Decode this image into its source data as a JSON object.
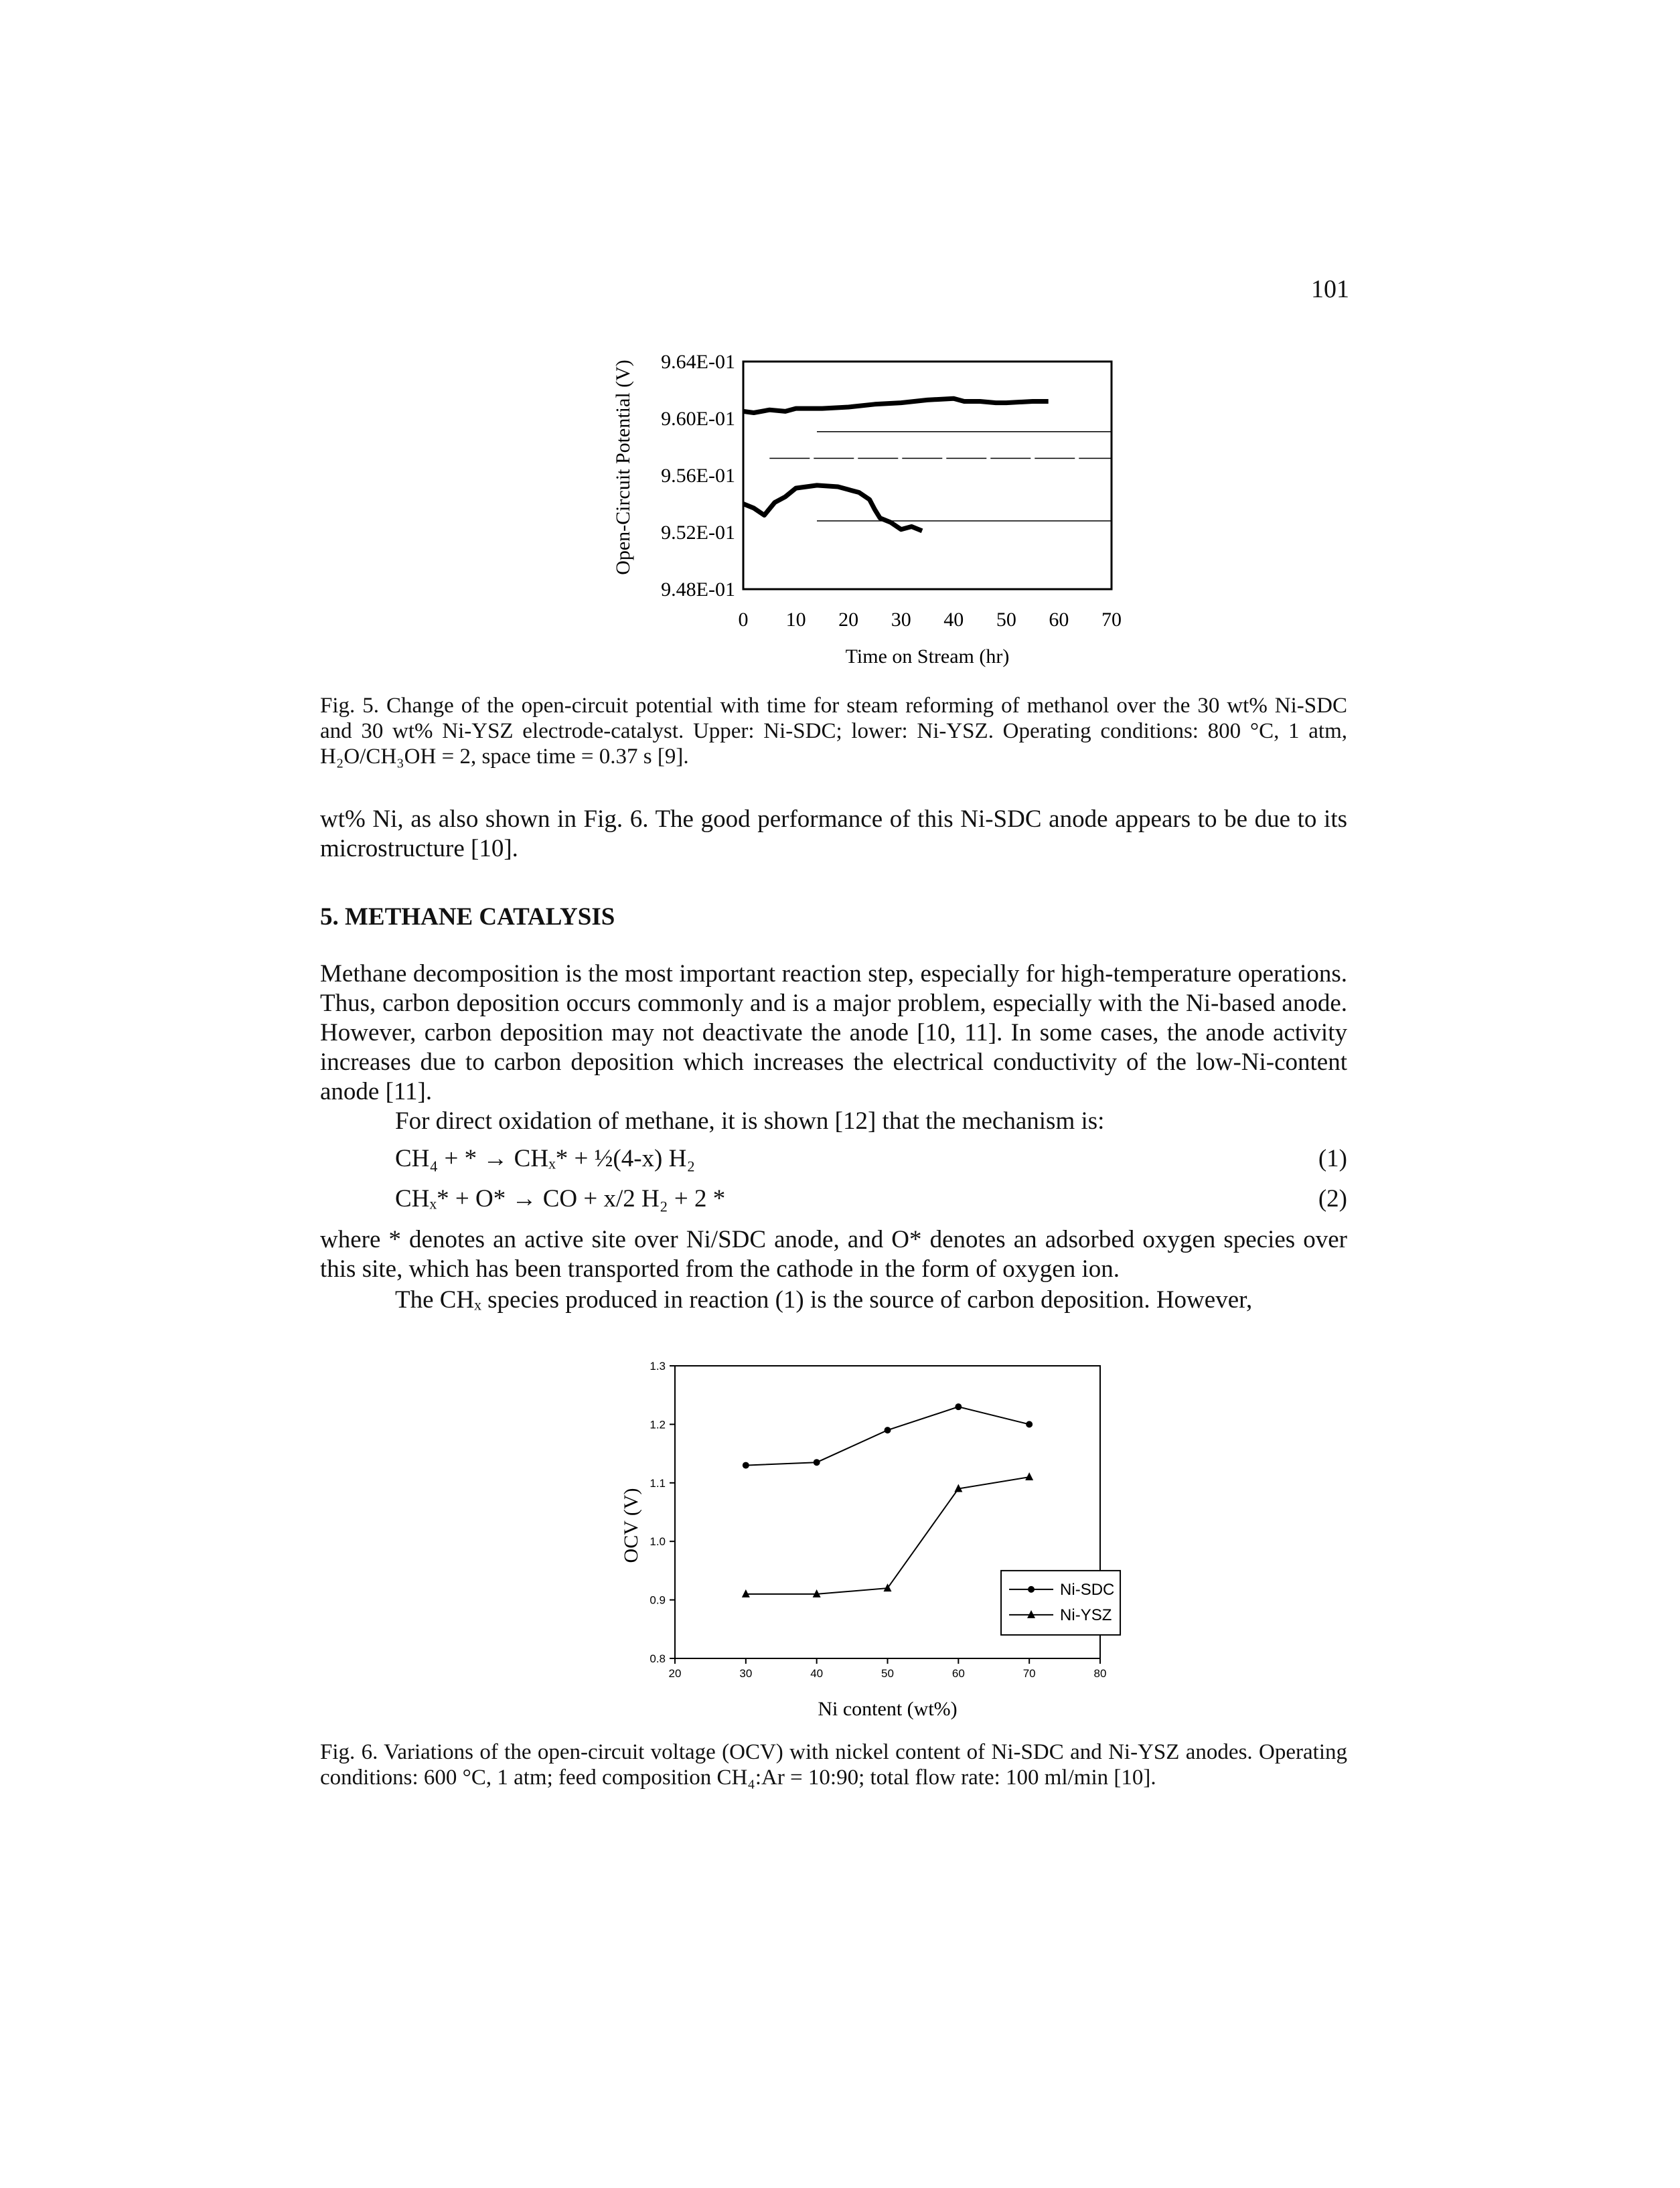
{
  "page_number": "101",
  "figure5": {
    "caption": "Fig. 5. Change of the open-circuit potential with time for steam reforming of methanol over the 30 wt% Ni-SDC and 30 wt% Ni-YSZ electrode-catalyst. Upper: Ni-SDC; lower: Ni-YSZ. Operating conditions: 800 °C, 1 atm, H₂O/CH₃OH = 2, space time = 0.37 s [9]."
  },
  "intro_paragraph": "wt% Ni, as also shown in Fig. 6. The good performance of this Ni-SDC anode appears to be due to its microstructure [10].",
  "section_heading": "5. METHANE CATALYSIS",
  "paragraph1": "Methane decomposition is the most important reaction step, especially for high-temperature operations. Thus, carbon deposition occurs commonly and is a major problem, especially with the Ni-based anode. However, carbon deposition may not deactivate the anode [10, 11]. In some cases, the anode activity increases due to carbon deposition which increases the electrical conductivity of the low-Ni-content anode [11].",
  "paragraph2": "For direct oxidation of methane, it is shown [12] that the mechanism is:",
  "equations": [
    {
      "text": "CH₄ + * → CHₓ* + ½(4-x) H₂",
      "number": "(1)"
    },
    {
      "text": "CHₓ* + O* → CO + x/2 H₂ + 2 *",
      "number": "(2)"
    }
  ],
  "paragraph3": "where * denotes an active site over Ni/SDC anode, and O* denotes an adsorbed oxygen species over this site, which has been transported from the cathode in the form of oxygen ion.",
  "paragraph4": "The CHₓ species produced in reaction (1) is the source of carbon deposition. However,",
  "figure6": {
    "caption": "Fig. 6. Variations of the open-circuit voltage (OCV) with nickel content of Ni-SDC and Ni-YSZ anodes. Operating conditions: 600 °C, 1 atm; feed composition CH₄:Ar = 10:90; total flow rate: 100 ml/min [10]."
  },
  "chart_data": [
    {
      "type": "line",
      "xlabel": "Time on Stream (hr)",
      "ylabel": "Open-Circuit Potential (V)",
      "x_ticks": [
        "0",
        "10",
        "20",
        "30",
        "40",
        "50",
        "60",
        "70"
      ],
      "y_ticks": [
        "9.48E-01",
        "9.52E-01",
        "9.56E-01",
        "9.60E-01",
        "9.64E-01"
      ],
      "xlim": [
        0,
        70
      ],
      "ylim": [
        0.948,
        0.964
      ],
      "series": [
        {
          "label": "Upper: Ni-SDC",
          "color": "#000000",
          "x": [
            0,
            2,
            5,
            8,
            10,
            15,
            20,
            25,
            30,
            35,
            40,
            42,
            45,
            48,
            50,
            55,
            58
          ],
          "y": [
            0.9605,
            0.9604,
            0.9606,
            0.9605,
            0.9607,
            0.9607,
            0.9608,
            0.961,
            0.9611,
            0.9613,
            0.9614,
            0.9612,
            0.9612,
            0.9611,
            0.9611,
            0.9612,
            0.9612
          ]
        },
        {
          "label": "Lower: Ni-YSZ",
          "color": "#000000",
          "x": [
            0,
            2,
            4,
            6,
            8,
            10,
            14,
            18,
            20,
            22,
            24,
            25,
            26,
            28,
            30,
            32,
            34
          ],
          "y": [
            0.954,
            0.9537,
            0.9532,
            0.9541,
            0.9545,
            0.9551,
            0.9553,
            0.9552,
            0.955,
            0.9548,
            0.9543,
            0.9536,
            0.953,
            0.9527,
            0.9522,
            0.9524,
            0.9521
          ]
        }
      ],
      "grid": false
    },
    {
      "type": "line",
      "xlabel": "Ni content (wt%)",
      "ylabel": "OCV (V)",
      "x_ticks": [
        "20",
        "30",
        "40",
        "50",
        "60",
        "70",
        "80"
      ],
      "y_ticks": [
        "0.8",
        "0.9",
        "1.0",
        "1.1",
        "1.2",
        "1.3"
      ],
      "xlim": [
        20,
        80
      ],
      "ylim": [
        0.8,
        1.3
      ],
      "legend_position": "bottom-right",
      "series": [
        {
          "name": "Ni-SDC",
          "marker": "circle",
          "x": [
            30,
            40,
            50,
            60,
            70
          ],
          "y": [
            1.13,
            1.135,
            1.19,
            1.23,
            1.2
          ]
        },
        {
          "name": "Ni-YSZ",
          "marker": "triangle",
          "x": [
            30,
            40,
            50,
            60,
            70
          ],
          "y": [
            0.91,
            0.91,
            0.92,
            1.09,
            1.11
          ]
        }
      ],
      "grid": false
    }
  ]
}
